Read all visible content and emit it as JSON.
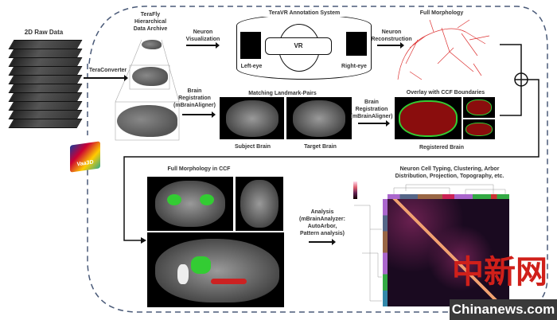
{
  "raw_data": {
    "title": "2D Raw Data"
  },
  "converter": {
    "label": "TeraConverter"
  },
  "terafly": {
    "title_lines": [
      "TeraFly",
      "Hierarchical",
      "Data Archive"
    ]
  },
  "visualization": {
    "lines": [
      "Neuron",
      "Visualization"
    ]
  },
  "teravr": {
    "title": "TeraVR Annotation System",
    "left": "Left-eye",
    "right": "Right-eye",
    "vr": "VR"
  },
  "reconstruction": {
    "lines": [
      "Neuron",
      "Reconstruction"
    ]
  },
  "full_morphology": {
    "title": "Full Morphology"
  },
  "registration1": {
    "lines": [
      "Brain",
      "Registration",
      "(mBrainAligner)"
    ]
  },
  "landmark": {
    "title": "Matching Landmark-Pairs",
    "subject": "Subject Brain",
    "target": "Target Brain"
  },
  "registration2": {
    "lines": [
      "Brain",
      "Registration",
      "(mBrainAligner)"
    ]
  },
  "overlay": {
    "title": "Overlay with CCF Boundaries",
    "registered": "Registered Brain"
  },
  "logo": {
    "text": "Vaa3D"
  },
  "ccf": {
    "title": "Full Morphology in CCF"
  },
  "analysis": {
    "lines": [
      "Analysis",
      "(mBrainAnalyzer:",
      "AutoArbor,",
      "Pattern analysis)"
    ]
  },
  "typing": {
    "title_lines": [
      "Neuron Cell Typing, Clustering, Arbor",
      "Distribution, Projection, Topography, etc."
    ]
  },
  "watermark": {
    "cn": "中新网",
    "en": "Chinanews.com"
  },
  "colors": {
    "dash": "#4a5a78",
    "heat_bg": "#1a0a20",
    "heat_hi": "#f0a070",
    "green": "#3c3",
    "red": "#c22"
  }
}
